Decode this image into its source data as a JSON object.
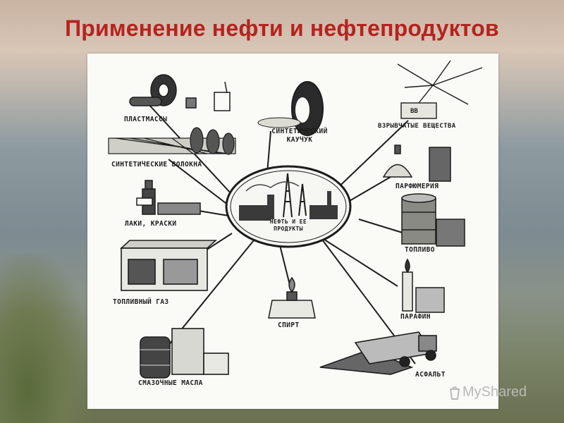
{
  "title": "Применение нефти и нефтепродуктов",
  "center_label": {
    "line1": "НЕФТЬ И ЕЕ",
    "line2": "ПРОДУКТЫ"
  },
  "items": [
    {
      "id": "plastics",
      "label": "ПЛАСТМАССЫ"
    },
    {
      "id": "rubber",
      "label_line1": "СИНТЕТИЧЕСКИЙ",
      "label_line2": "КАУЧУК"
    },
    {
      "id": "explosives",
      "label": "ВЗРЫВЧАТЫЕ ВЕЩЕСТВА",
      "box_text": "ВВ"
    },
    {
      "id": "fibers",
      "label": "СИНТЕТИЧЕСКИЕ ВОЛОКНА"
    },
    {
      "id": "perfume",
      "label": "ПАРФЮМЕРИЯ"
    },
    {
      "id": "paints",
      "label": "ЛАКИ, КРАСКИ"
    },
    {
      "id": "fuel",
      "label": "ТОПЛИВО"
    },
    {
      "id": "gas",
      "label": "ТОПЛИВНЫЙ ГАЗ"
    },
    {
      "id": "alcohol",
      "label": "СПИРТ"
    },
    {
      "id": "paraffin",
      "label": "ПАРАФИН"
    },
    {
      "id": "oils",
      "label": "СМАЗОЧНЫЕ МАСЛА"
    },
    {
      "id": "asphalt",
      "label": "АСФАЛЬТ"
    }
  ],
  "watermark": "MyShared",
  "colors": {
    "title": "#b5231f",
    "ink": "#1c1c1c",
    "panel": "#fafaf7"
  }
}
